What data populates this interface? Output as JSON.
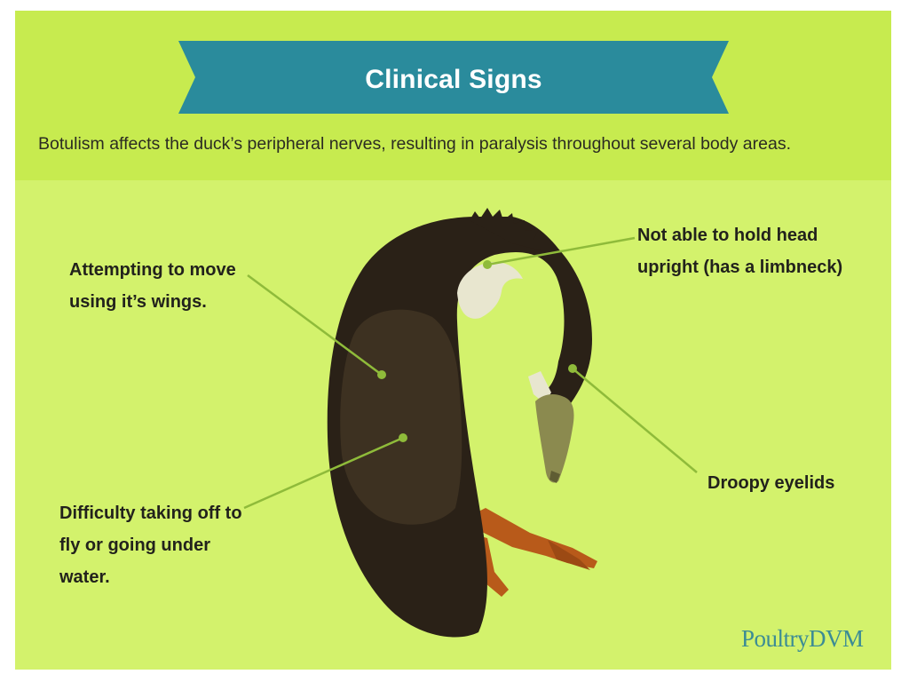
{
  "banner": {
    "title": "Clinical Signs"
  },
  "intro": {
    "text": "Botulism affects the duck’s peripheral nerves, resulting in paralysis throughout several body areas."
  },
  "callouts": {
    "wings": "Attempting to move using it’s wings.",
    "flight": "Difficulty taking off to fly or going under water.",
    "neck": "Not able to hold head upright (has a limbneck)",
    "eyelids": "Droopy eyelids"
  },
  "brand": {
    "name": "PoultryDVM"
  },
  "colors": {
    "header_band": "#c7eb4f",
    "background": "#d3f26c",
    "banner": "#2a8b9c",
    "banner_shadow": "#1f6e7b",
    "duck_body": "#2a2117",
    "duck_wing": "#3d3121",
    "duck_neck_patch": "#e8e6cf",
    "duck_bill": "#8b8a4f",
    "duck_feet": "#b85a1a",
    "callout_line": "#8fbb3a",
    "brand": "#3c8c95"
  }
}
